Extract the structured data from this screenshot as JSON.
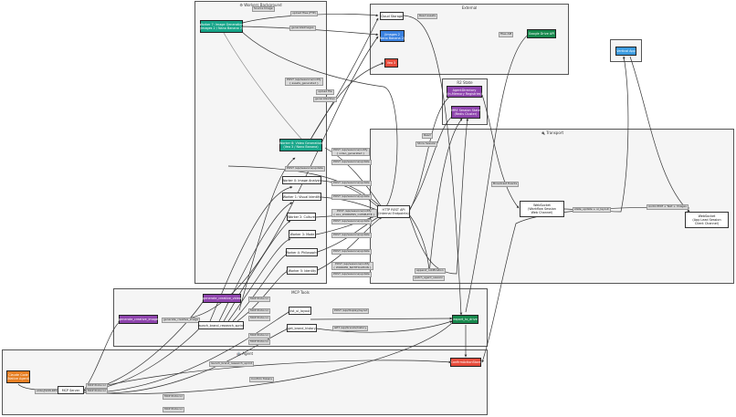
{
  "clusters": {
    "workers_bg": "⚙ Workers Background",
    "external": "External",
    "r2_state": "R2 State",
    "transport": "🔌 Transport",
    "mcp_tools": "MCP Tools",
    "agent": "🤖 Agent"
  },
  "nodes": {
    "worker7": [
      "Worker 7: Image Generation",
      "(Images 2 / Nano Banana 2)"
    ],
    "worker8": [
      "Worker 8: Video Generation",
      "(Veo 3 / Nano Banana)"
    ],
    "worker0": [
      "Worker 0: Image Analysis"
    ],
    "worker1": [
      "Worker 1: Visual Identity"
    ],
    "worker2": [
      "Worker 2: Culture"
    ],
    "worker3": [
      "Worker 3: Mode"
    ],
    "worker4": [
      "Worker 4: Philosophy"
    ],
    "worker5": [
      "Worker 5: Identity"
    ],
    "cloud_storage": [
      "Cloud Storage"
    ],
    "gemini": [
      "(Images 2",
      "Nano Banana 2)"
    ],
    "veo": [
      "Veo 3"
    ],
    "google_drive": [
      "Google Drive API"
    ],
    "vertical_app": [
      "Vertical App"
    ],
    "agent_directory": [
      "AgentDirectory",
      "(In-Memory Registries)"
    ],
    "r2_session": [
      "MRE Session State",
      "(Redis Cluster)"
    ],
    "http_api": [
      "HTTP REST API",
      "(Internal Endpoints)"
    ],
    "ws_server_left": [
      "WebSocket",
      "(Workflow Session",
      "Web Channel)"
    ],
    "ws_server_right": [
      "WebSocket",
      "(App Lead Session",
      "Client Channel)"
    ],
    "gen_creative_video": [
      "generate_creative_video"
    ],
    "gen_creative_image": [
      "generate_creative_image"
    ],
    "launch_brand": [
      "launch_brand_research_sprint"
    ],
    "list_ui_layout": [
      "list_ui_layout"
    ],
    "get_brand_history": [
      "get_brand_history"
    ],
    "export_to_drive": [
      "export_to_drive"
    ],
    "confirm_action": [
      "ConfirmActionStore"
    ],
    "claude_code": [
      "Claude Code",
      "(Native Agent)"
    ],
    "mcp_server": [
      "MCP Server"
    ]
  },
  "edge_labels": [
    "Source Image",
    "upload files (FTP)",
    "generateImages",
    "POST /api/sessions/notify",
    "{ assets_generated }",
    "upload file",
    "generateVideo",
    "Read assets",
    "Files API",
    "POST /api/sessions/notify",
    "{ video_generated }",
    "POST /api/sessions/update",
    "POST /api/sessions/update",
    "POST /api/sessions/update",
    "POST /api/sessions/update",
    "POST /api/sessions/notify",
    "{ ALL_WORKERS_COMPLETE }",
    "POST /api/sessions/update",
    "POST /api/sessions/update",
    "POST /api/sessions/update",
    "POST /api/sessions/notify",
    "{ WORKER_NOTIFICATION }",
    "POST /api/sessions/update",
    "MCP Protocol",
    "MCP Protocol",
    "MCP Protocol",
    "MCP Protocol",
    "MCP Protocol",
    "MCP Protocol",
    "MCP Protocol",
    "stdio/JSON-RPC",
    "Read",
    "Store Session",
    "append_notification",
    "patch_agent_session",
    "Broadcast Events",
    "state_update + ui_layout",
    "Audio PCM + Text + Images",
    "generate_creative_image",
    "launch_brand_research_sprint",
    "POST /api/display/layout",
    "GET /api/brands/history",
    "Confirm Tokens"
  ]
}
